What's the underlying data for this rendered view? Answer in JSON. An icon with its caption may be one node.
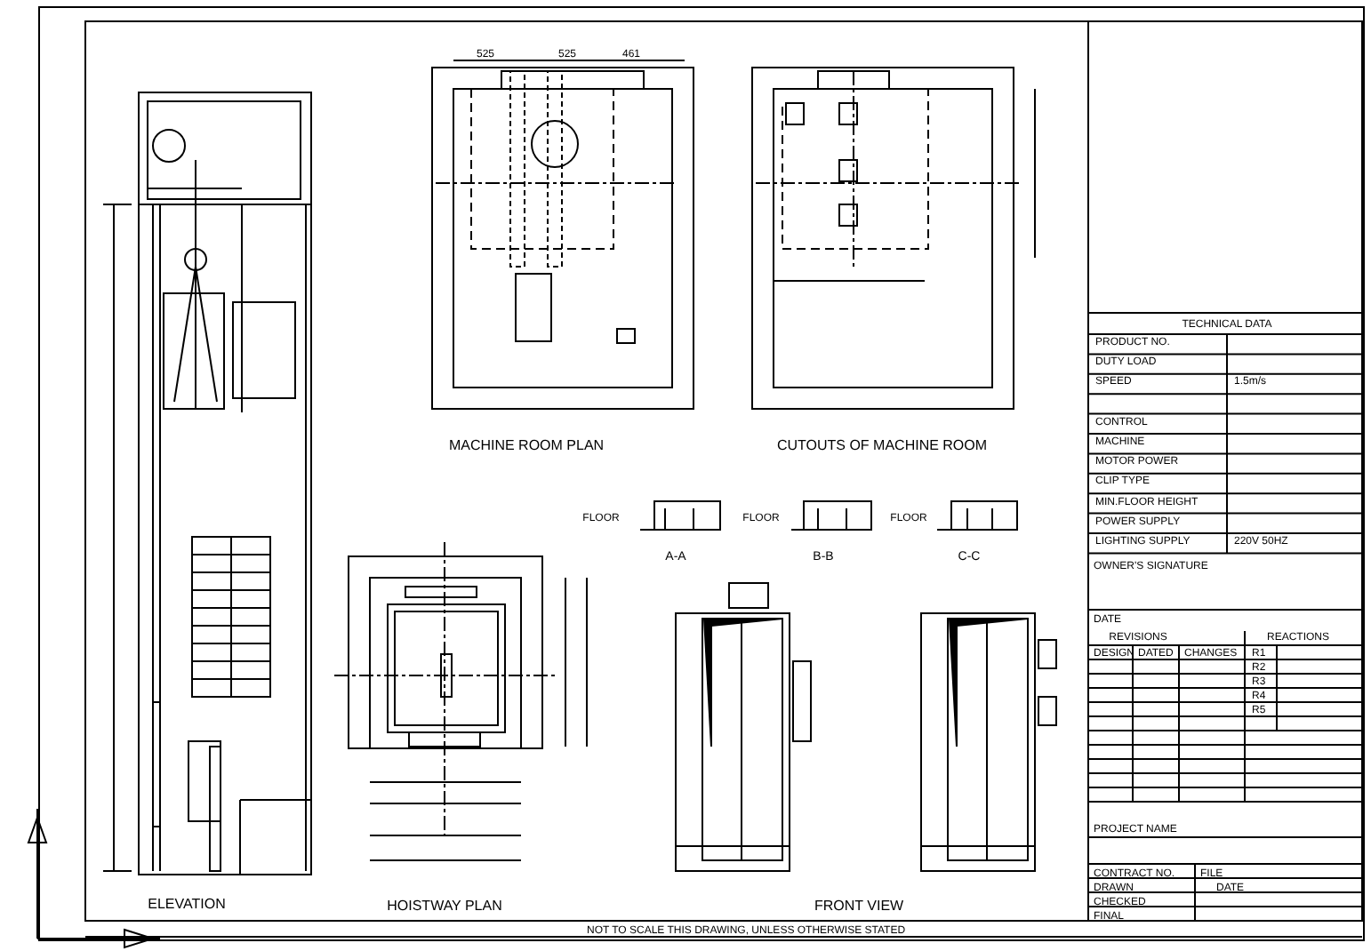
{
  "diagram": {
    "labels": [
      "MACHINE ROOM PLAN",
      "CUTOUTS OF MACHINE ROOM",
      "ELEVATION",
      "HOISTWAY PLAN",
      "A-A",
      "B-B",
      "C-C",
      "FRONT VIEW",
      "525",
      "525",
      "461",
      "FLOOR",
      "FLOOR",
      "FLOOR",
      "TECHNICAL DATA",
      "PRODUCT NO.",
      "DUTY LOAD",
      "SPEED",
      "1.5m/s",
      "CONTROL",
      "MACHINE",
      "MOTOR POWER",
      "CLIP TYPE",
      "MIN.FLOOR HEIGHT",
      "POWER SUPPLY",
      "LIGHTING SUPPLY",
      "220V 50HZ",
      "OWNER'S SIGNATURE",
      "DATE",
      "REVISIONS",
      "REACTIONS",
      "DESIGN",
      "DATED",
      "CHANGES",
      "R1",
      "R2",
      "R3",
      "R4",
      "R5",
      "PROJECT NAME",
      "CONTRACT NO.",
      "FILE",
      "DRAWN",
      "DATE",
      "CHECKED",
      "FINAL",
      "NOT TO SCALE THIS DRAWING, UNLESS OTHERWISE STATED"
    ]
  }
}
